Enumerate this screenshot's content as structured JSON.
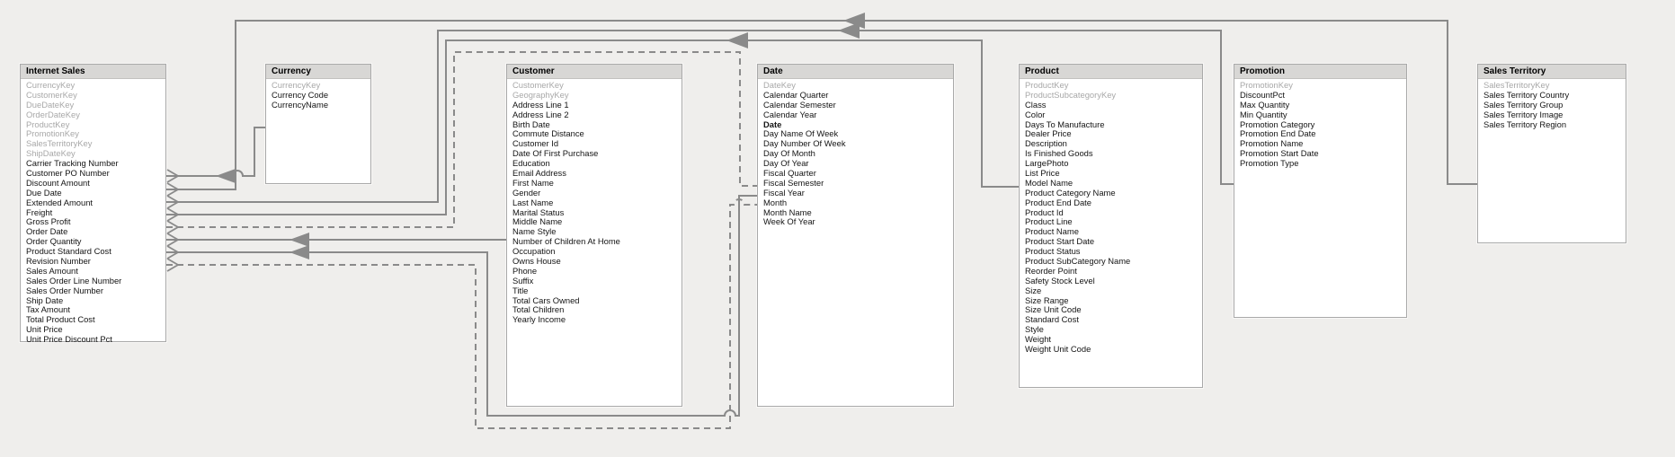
{
  "app": {
    "view_name": "data-model-diagram",
    "background_color": "#efeeec",
    "connector_color": "#8a8a8a",
    "table_header_color": "#d8d7d5",
    "key_field_color": "#a8a8a8"
  },
  "tables": [
    {
      "name": "Internet Sales",
      "fields": [
        {
          "label": "CurrencyKey",
          "key": true
        },
        {
          "label": "CustomerKey",
          "key": true
        },
        {
          "label": "DueDateKey",
          "key": true
        },
        {
          "label": "OrderDateKey",
          "key": true
        },
        {
          "label": "ProductKey",
          "key": true
        },
        {
          "label": "PromotionKey",
          "key": true
        },
        {
          "label": "SalesTerritoryKey",
          "key": true
        },
        {
          "label": "ShipDateKey",
          "key": true
        },
        {
          "label": "Carrier Tracking Number"
        },
        {
          "label": "Customer PO Number"
        },
        {
          "label": "Discount Amount"
        },
        {
          "label": "Due Date"
        },
        {
          "label": "Extended Amount"
        },
        {
          "label": "Freight"
        },
        {
          "label": "Gross Profit"
        },
        {
          "label": "Order Date"
        },
        {
          "label": "Order Quantity"
        },
        {
          "label": "Product Standard Cost"
        },
        {
          "label": "Revision Number"
        },
        {
          "label": "Sales Amount"
        },
        {
          "label": "Sales Order Line Number"
        },
        {
          "label": "Sales Order Number"
        },
        {
          "label": "Ship Date"
        },
        {
          "label": "Tax Amount"
        },
        {
          "label": "Total Product Cost"
        },
        {
          "label": "Unit Price"
        },
        {
          "label": "Unit Price Discount Pct"
        }
      ]
    },
    {
      "name": "Currency",
      "fields": [
        {
          "label": "CurrencyKey",
          "key": true
        },
        {
          "label": "Currency Code"
        },
        {
          "label": "CurrencyName"
        }
      ]
    },
    {
      "name": "Customer",
      "fields": [
        {
          "label": "CustomerKey",
          "key": true
        },
        {
          "label": "GeographyKey",
          "key": true
        },
        {
          "label": "Address Line 1"
        },
        {
          "label": "Address Line 2"
        },
        {
          "label": "Birth Date"
        },
        {
          "label": "Commute Distance"
        },
        {
          "label": "Customer Id"
        },
        {
          "label": "Date Of First Purchase"
        },
        {
          "label": "Education"
        },
        {
          "label": "Email Address"
        },
        {
          "label": "First Name"
        },
        {
          "label": "Gender"
        },
        {
          "label": "Last Name"
        },
        {
          "label": "Marital Status"
        },
        {
          "label": "Middle Name"
        },
        {
          "label": "Name Style"
        },
        {
          "label": "Number of Children At Home"
        },
        {
          "label": "Occupation"
        },
        {
          "label": "Owns House"
        },
        {
          "label": "Phone"
        },
        {
          "label": "Suffix"
        },
        {
          "label": "Title"
        },
        {
          "label": "Total Cars Owned"
        },
        {
          "label": "Total Children"
        },
        {
          "label": "Yearly Income"
        }
      ]
    },
    {
      "name": "Date",
      "fields": [
        {
          "label": "DateKey",
          "key": true
        },
        {
          "label": "Calendar Quarter"
        },
        {
          "label": "Calendar Semester"
        },
        {
          "label": "Calendar Year"
        },
        {
          "label": "Date",
          "bold": true
        },
        {
          "label": "Day Name Of Week"
        },
        {
          "label": "Day Number Of Week"
        },
        {
          "label": "Day Of Month"
        },
        {
          "label": "Day Of Year"
        },
        {
          "label": "Fiscal Quarter"
        },
        {
          "label": "Fiscal Semester"
        },
        {
          "label": "Fiscal Year"
        },
        {
          "label": "Month"
        },
        {
          "label": "Month Name"
        },
        {
          "label": "Week Of Year"
        }
      ]
    },
    {
      "name": "Product",
      "fields": [
        {
          "label": "ProductKey",
          "key": true
        },
        {
          "label": "ProductSubcategoryKey",
          "key": true
        },
        {
          "label": "Class"
        },
        {
          "label": "Color"
        },
        {
          "label": "Days To Manufacture"
        },
        {
          "label": "Dealer Price"
        },
        {
          "label": "Description"
        },
        {
          "label": "Is Finished Goods"
        },
        {
          "label": "LargePhoto"
        },
        {
          "label": "List Price"
        },
        {
          "label": "Model Name"
        },
        {
          "label": "Product Category Name"
        },
        {
          "label": "Product End Date"
        },
        {
          "label": "Product Id"
        },
        {
          "label": "Product Line"
        },
        {
          "label": "Product Name"
        },
        {
          "label": "Product Start Date"
        },
        {
          "label": "Product Status"
        },
        {
          "label": "Product SubCategory Name"
        },
        {
          "label": "Reorder Point"
        },
        {
          "label": "Safety Stock Level"
        },
        {
          "label": "Size"
        },
        {
          "label": "Size Range"
        },
        {
          "label": "Size Unit Code"
        },
        {
          "label": "Standard Cost"
        },
        {
          "label": "Style"
        },
        {
          "label": "Weight"
        },
        {
          "label": "Weight Unit Code"
        }
      ]
    },
    {
      "name": "Promotion",
      "fields": [
        {
          "label": "PromotionKey",
          "key": true
        },
        {
          "label": "DiscountPct"
        },
        {
          "label": "Max Quantity"
        },
        {
          "label": "Min Quantity"
        },
        {
          "label": "Promotion Category"
        },
        {
          "label": "Promotion End Date"
        },
        {
          "label": "Promotion Name"
        },
        {
          "label": "Promotion Start Date"
        },
        {
          "label": "Promotion Type"
        }
      ]
    },
    {
      "name": "Sales Territory",
      "fields": [
        {
          "label": "SalesTerritoryKey",
          "key": true
        },
        {
          "label": "Sales Territory Country"
        },
        {
          "label": "Sales Territory Group"
        },
        {
          "label": "Sales Territory Image"
        },
        {
          "label": "Sales Territory Region"
        }
      ]
    }
  ],
  "relationships": [
    {
      "from": "Internet Sales",
      "to": "Currency",
      "style": "solid"
    },
    {
      "from": "Internet Sales",
      "to": "Sales Territory",
      "style": "solid"
    },
    {
      "from": "Internet Sales",
      "to": "Promotion",
      "style": "solid"
    },
    {
      "from": "Internet Sales",
      "to": "Product",
      "style": "solid"
    },
    {
      "from": "Internet Sales",
      "to": "Date",
      "style": "dashed"
    },
    {
      "from": "Internet Sales",
      "to": "Customer",
      "style": "solid"
    },
    {
      "from": "Internet Sales",
      "to": "Date",
      "style": "solid"
    },
    {
      "from": "Internet Sales",
      "to": "Date",
      "style": "dashed"
    }
  ]
}
